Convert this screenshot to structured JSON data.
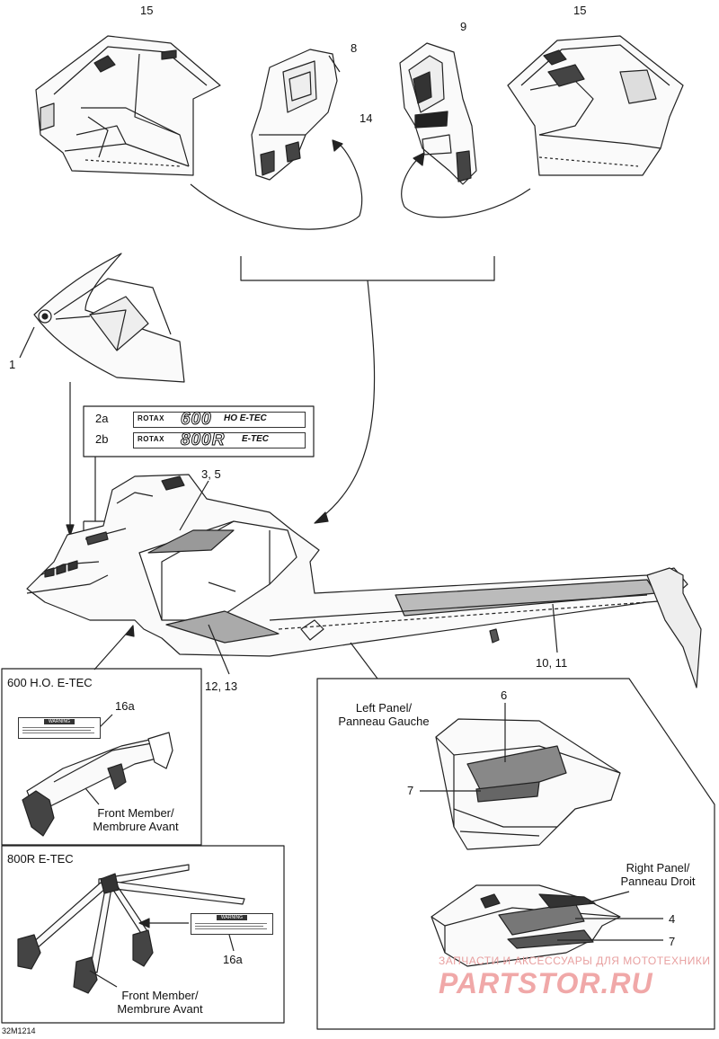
{
  "labels": {
    "n15_left": "15",
    "n15_right": "15",
    "n8": "8",
    "n9": "9",
    "n14": "14",
    "n1": "1",
    "n2a": "2a",
    "n2b": "2b",
    "n35": "3, 5",
    "n1011": "10, 11",
    "n1213": "12, 13",
    "n16a_top": "16a",
    "n16a_bottom": "16a",
    "n6": "6",
    "n7_left": "7",
    "n7_right": "7",
    "n4": "4"
  },
  "decals": {
    "rotax": "ROTAX",
    "model_600": "600",
    "suffix_600": "HO E-TEC",
    "model_800": "800R",
    "suffix_800": "E-TEC",
    "warning": "WARNING"
  },
  "boxes": {
    "ho_title": "600 H.O. E-TEC",
    "ho_member": "Front Member/",
    "ho_member_fr": "Membrure Avant",
    "r_title": "800R E-TEC",
    "r_member": "Front Member/",
    "r_member_fr": "Membrure Avant"
  },
  "panels": {
    "left_en": "Left Panel/",
    "left_fr": "Panneau Gauche",
    "right_en": "Right Panel/",
    "right_fr": "Panneau Droit"
  },
  "footer": {
    "code": "32M1214"
  },
  "watermark": {
    "tagline": "ЗАПЧАСТИ И АКСЕССУАРЫ ДЛЯ МОТОТЕХНИКИ",
    "brand": "PARTSTOR.RU"
  }
}
